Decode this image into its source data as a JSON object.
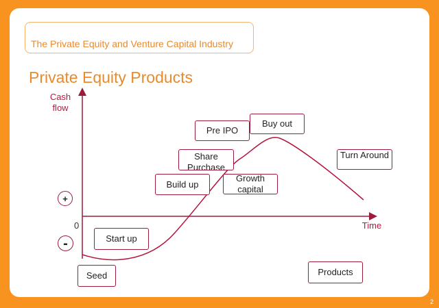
{
  "header": {
    "title": "The Private Equity and Venture Capital Industry"
  },
  "page_title": "Private Equity Products",
  "page_number": "2",
  "chart": {
    "y_axis_label": "Cash flow",
    "x_axis_label": "Time",
    "origin_label": "0",
    "positive_sign": "+",
    "negative_sign": "-",
    "colors": {
      "axis": "#9b1b3c",
      "curve": "#b5123a",
      "labels": "#c0143c",
      "title": "#e98a2c",
      "frame": "#f7931e"
    }
  },
  "stages": {
    "start_up": "Start up",
    "seed": "Seed",
    "build_up": "Build up",
    "share_purchase": "Share Purchase",
    "pre_ipo": "Pre IPO",
    "buy_out": "Buy out",
    "growth_capital": "Growth capital",
    "turn_around": "Turn Around",
    "products": "Products"
  }
}
